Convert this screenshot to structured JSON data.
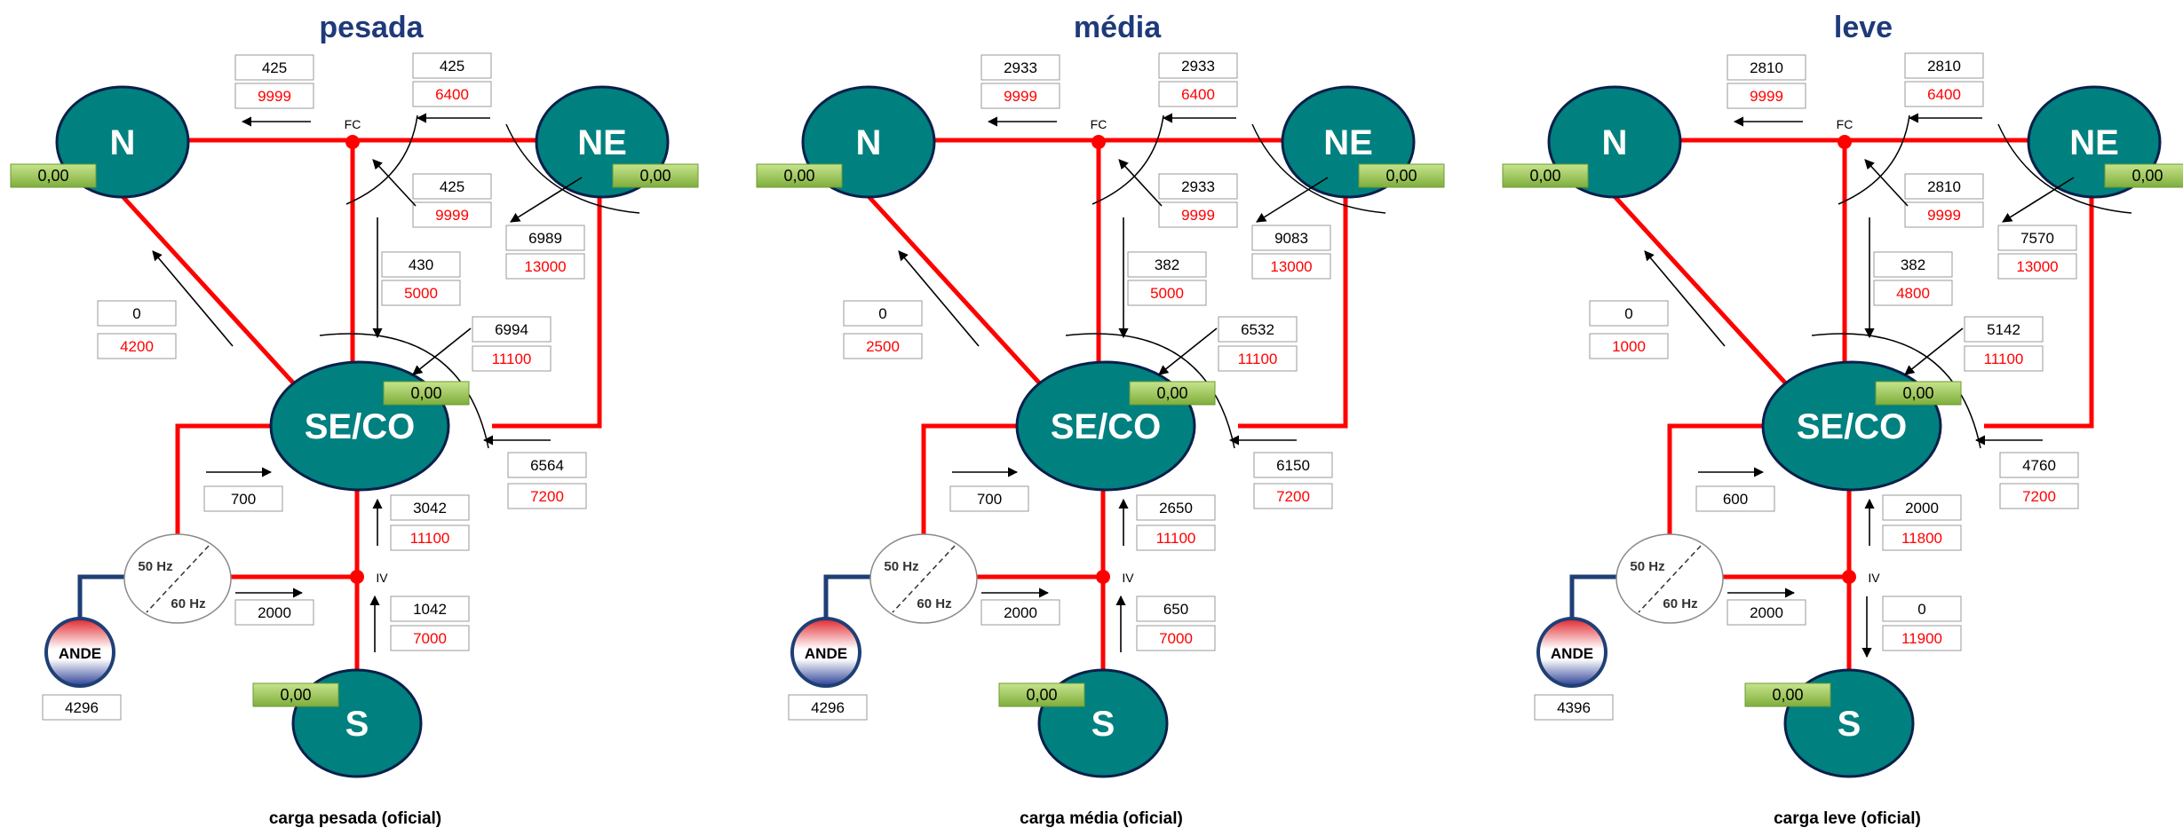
{
  "colors": {
    "line": "#ff0000",
    "node_fill": "#00807f",
    "node_stroke": "#0a1f4a",
    "title": "#1f3a7a",
    "flow": "#000000",
    "limit": "#ff0000",
    "badge_top": "#c6e48c",
    "badge_bottom": "#7fae3c",
    "ande_stroke": "#1f3f75"
  },
  "panels": [
    {
      "title": "pesada",
      "caption": "carga pesada (oficial)",
      "nodes": {
        "N": "N",
        "NE": "NE",
        "SECO": "SE/CO",
        "S": "S",
        "ANDE": "ANDE"
      },
      "badges": {
        "N": "0,00",
        "NE": "0,00",
        "SECO": "0,00",
        "S": "0,00"
      },
      "point_labels": {
        "FC": "FC",
        "IV": "IV"
      },
      "freq": {
        "a": "50 Hz",
        "b": "60 Hz"
      },
      "ande_value": "4296",
      "flows": {
        "fc_n": {
          "value": "425",
          "limit": "9999"
        },
        "ne_fc": {
          "value": "425",
          "limit": "6400"
        },
        "fc_ne": {
          "value": "425",
          "limit": "9999"
        },
        "ne_n": {
          "value": "6989",
          "limit": "13000"
        },
        "fc_seco": {
          "value": "430",
          "limit": "5000"
        },
        "n_seco": {
          "value": "0",
          "limit": "4200"
        },
        "seco_ne": {
          "value": "6994",
          "limit": "11100"
        },
        "ne_seco": {
          "value": "6564",
          "limit": "7200"
        },
        "iv_seco": {
          "value": "3042",
          "limit": "11100"
        },
        "s_iv": {
          "value": "1042",
          "limit": "7000"
        },
        "conv_seco": {
          "value": "700"
        },
        "conv_iv": {
          "value": "2000"
        }
      },
      "arrows": {
        "s_iv": "up"
      }
    },
    {
      "title": "média",
      "caption": "carga média (oficial)",
      "nodes": {
        "N": "N",
        "NE": "NE",
        "SECO": "SE/CO",
        "S": "S",
        "ANDE": "ANDE"
      },
      "badges": {
        "N": "0,00",
        "NE": "0,00",
        "SECO": "0,00",
        "S": "0,00"
      },
      "point_labels": {
        "FC": "FC",
        "IV": "IV"
      },
      "freq": {
        "a": "50 Hz",
        "b": "60 Hz"
      },
      "ande_value": "4296",
      "flows": {
        "fc_n": {
          "value": "2933",
          "limit": "9999"
        },
        "ne_fc": {
          "value": "2933",
          "limit": "6400"
        },
        "fc_ne": {
          "value": "2933",
          "limit": "9999"
        },
        "ne_n": {
          "value": "9083",
          "limit": "13000"
        },
        "fc_seco": {
          "value": "382",
          "limit": "5000"
        },
        "n_seco": {
          "value": "0",
          "limit": "2500"
        },
        "seco_ne": {
          "value": "6532",
          "limit": "11100"
        },
        "ne_seco": {
          "value": "6150",
          "limit": "7200"
        },
        "iv_seco": {
          "value": "2650",
          "limit": "11100"
        },
        "s_iv": {
          "value": "650",
          "limit": "7000"
        },
        "conv_seco": {
          "value": "700"
        },
        "conv_iv": {
          "value": "2000"
        }
      },
      "arrows": {
        "s_iv": "up"
      }
    },
    {
      "title": "leve",
      "caption": "carga leve (oficial)",
      "nodes": {
        "N": "N",
        "NE": "NE",
        "SECO": "SE/CO",
        "S": "S",
        "ANDE": "ANDE"
      },
      "badges": {
        "N": "0,00",
        "NE": "0,00",
        "SECO": "0,00",
        "S": "0,00"
      },
      "point_labels": {
        "FC": "FC",
        "IV": "IV"
      },
      "freq": {
        "a": "50 Hz",
        "b": "60 Hz"
      },
      "ande_value": "4396",
      "flows": {
        "fc_n": {
          "value": "2810",
          "limit": "9999"
        },
        "ne_fc": {
          "value": "2810",
          "limit": "6400"
        },
        "fc_ne": {
          "value": "2810",
          "limit": "9999"
        },
        "ne_n": {
          "value": "7570",
          "limit": "13000"
        },
        "fc_seco": {
          "value": "382",
          "limit": "4800"
        },
        "n_seco": {
          "value": "0",
          "limit": "1000"
        },
        "seco_ne": {
          "value": "5142",
          "limit": "11100"
        },
        "ne_seco": {
          "value": "4760",
          "limit": "7200"
        },
        "iv_seco": {
          "value": "2000",
          "limit": "11800"
        },
        "s_iv": {
          "value": "0",
          "limit": "11900"
        },
        "conv_seco": {
          "value": "600"
        },
        "conv_iv": {
          "value": "2000"
        }
      },
      "arrows": {
        "s_iv": "down"
      }
    }
  ]
}
